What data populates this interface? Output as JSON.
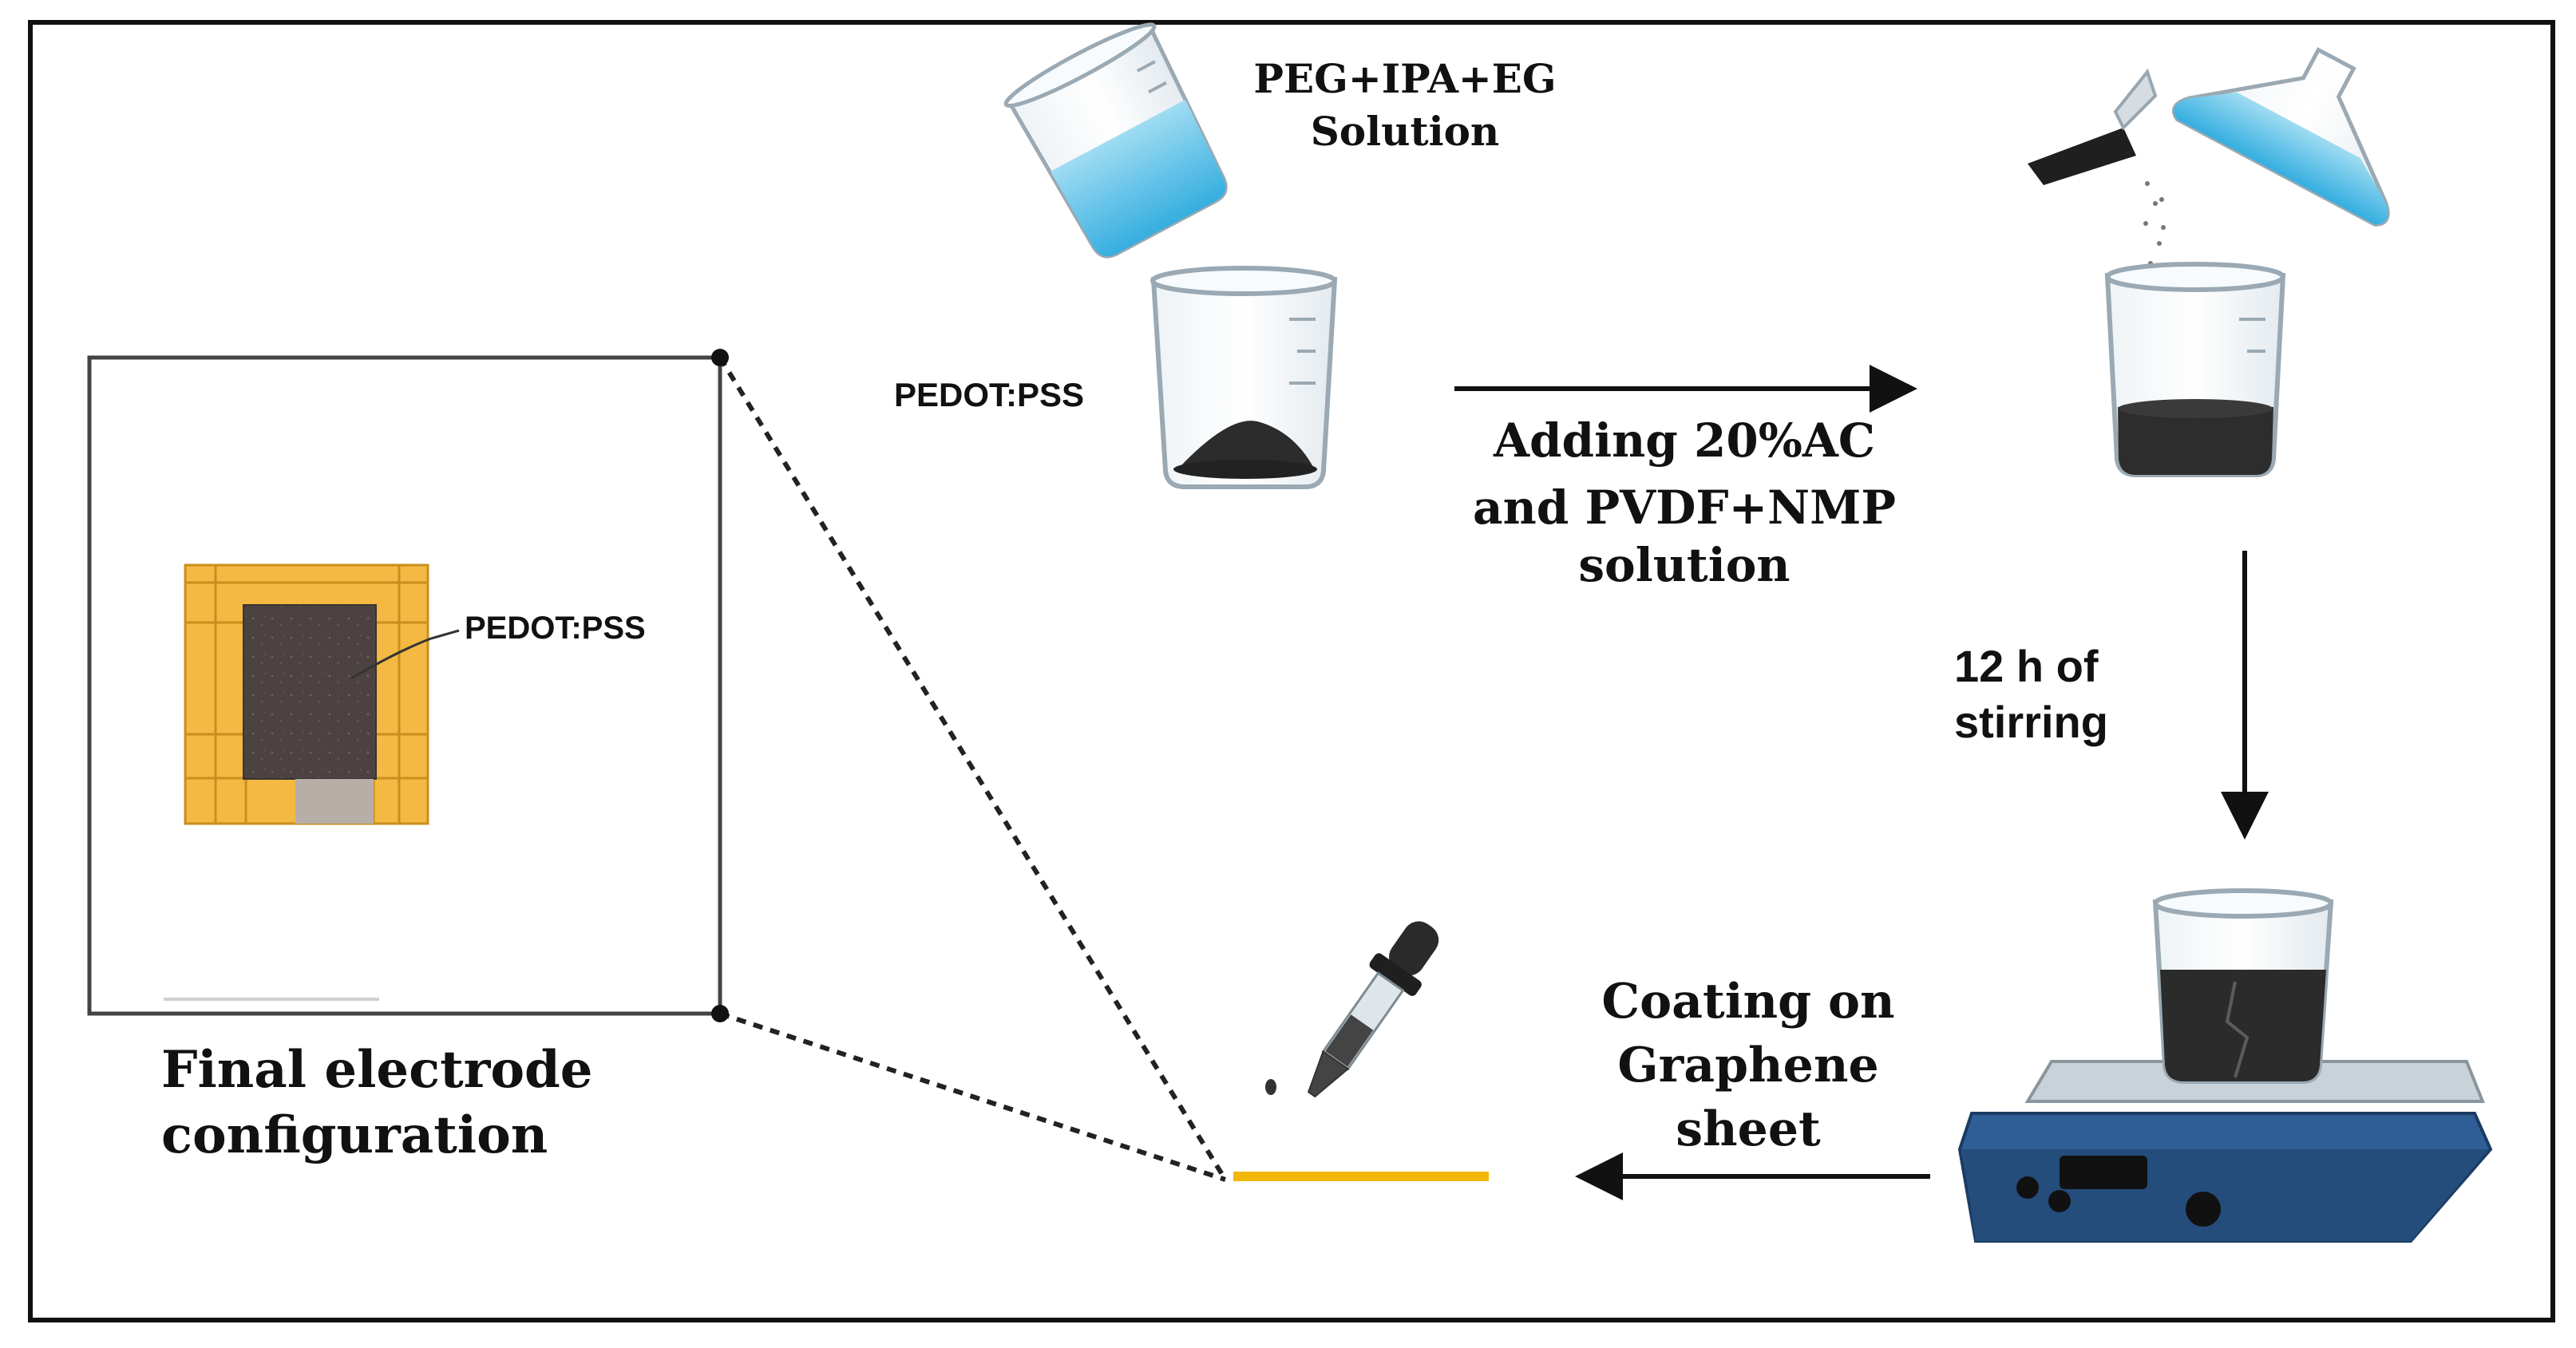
{
  "labels": {
    "solution_title_1": "PEG+IPA+EG",
    "solution_title_2": "Solution",
    "beaker_label": "PEDOT:PSS",
    "adding_1": "Adding 20%AC",
    "adding_2": "and PVDF+NMP",
    "adding_3": "solution",
    "stirring_1": "12 h of",
    "stirring_2": "stirring",
    "coating_1": "Coating on",
    "coating_2": "Graphene",
    "coating_3": "sheet",
    "electrode_label": "PEDOT:PSS",
    "final_1": "Final electrode",
    "final_2": "configuration"
  },
  "colors": {
    "solution_blue": "#5cc3e6",
    "electrode_gold": "#f4b942",
    "electrode_active": "#4b4241",
    "graphene_line": "#f2b705",
    "hotplate_blue": "#2e5e95"
  }
}
